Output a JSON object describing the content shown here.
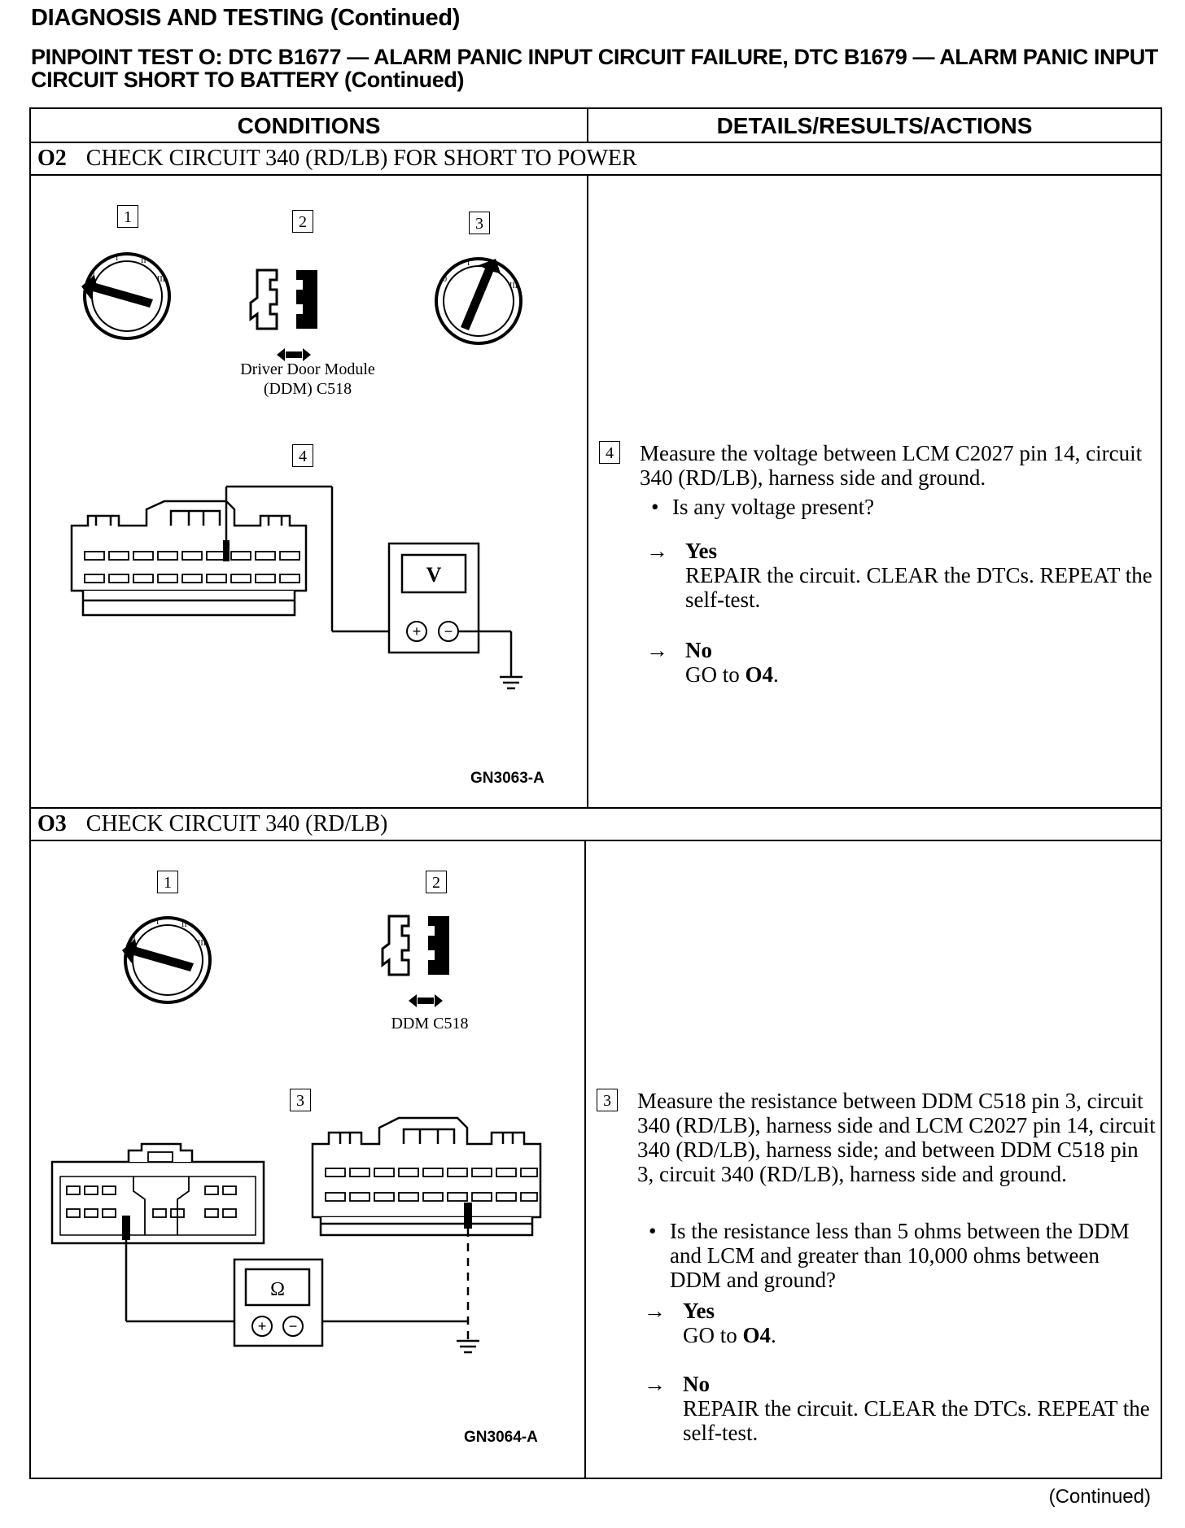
{
  "header": {
    "title": "DIAGNOSIS AND TESTING (Continued)",
    "test_title": "PINPOINT TEST O:  DTC B1677 — ALARM PANIC INPUT CIRCUIT FAILURE, DTC B1679 — ALARM PANIC INPUT CIRCUIT SHORT TO BATTERY (Continued)"
  },
  "table": {
    "col_conditions": "CONDITIONS",
    "col_details": "DETAILS/RESULTS/ACTIONS"
  },
  "steps": [
    {
      "id": "O2",
      "title": "CHECK CIRCUIT 340 (RD/LB) FOR SHORT TO POWER",
      "figure": {
        "boxes": [
          "1",
          "2",
          "3",
          "4"
        ],
        "connector_label_1": "Driver Door Module",
        "connector_label_2": "(DDM) C518",
        "meter_symbol": "V",
        "code": "GN3063-A"
      },
      "detail": {
        "box": "4",
        "instruction": "Measure the voltage between LCM C2027 pin 14, circuit 340 (RD/LB), harness side and ground.",
        "question": "Is any voltage present?",
        "yes_label": "Yes",
        "yes_action": "REPAIR the circuit. CLEAR the DTCs. REPEAT the self-test.",
        "no_label": "No",
        "no_action_prefix": "GO to ",
        "no_action_target": "O4",
        "no_action_suffix": "."
      }
    },
    {
      "id": "O3",
      "title": "CHECK CIRCUIT 340 (RD/LB)",
      "figure": {
        "boxes": [
          "1",
          "2",
          "3"
        ],
        "connector_label": "DDM C518",
        "meter_symbol": "Ω",
        "code": "GN3064-A"
      },
      "detail": {
        "box": "3",
        "instruction": "Measure the resistance between DDM C518 pin 3, circuit 340 (RD/LB), harness side and LCM C2027 pin 14, circuit 340 (RD/LB), harness side; and between DDM C518 pin 3, circuit 340 (RD/LB), harness side and ground.",
        "question": "Is the resistance less than 5 ohms between the DDM and LCM and greater than 10,000 ohms between DDM and ground?",
        "yes_label": "Yes",
        "yes_action_prefix": "GO to ",
        "yes_action_target": "O4",
        "yes_action_suffix": ".",
        "no_label": "No",
        "no_action": "REPAIR the circuit. CLEAR the DTCs. REPEAT the self-test."
      }
    }
  ],
  "footer": {
    "continued": "(Continued)"
  }
}
